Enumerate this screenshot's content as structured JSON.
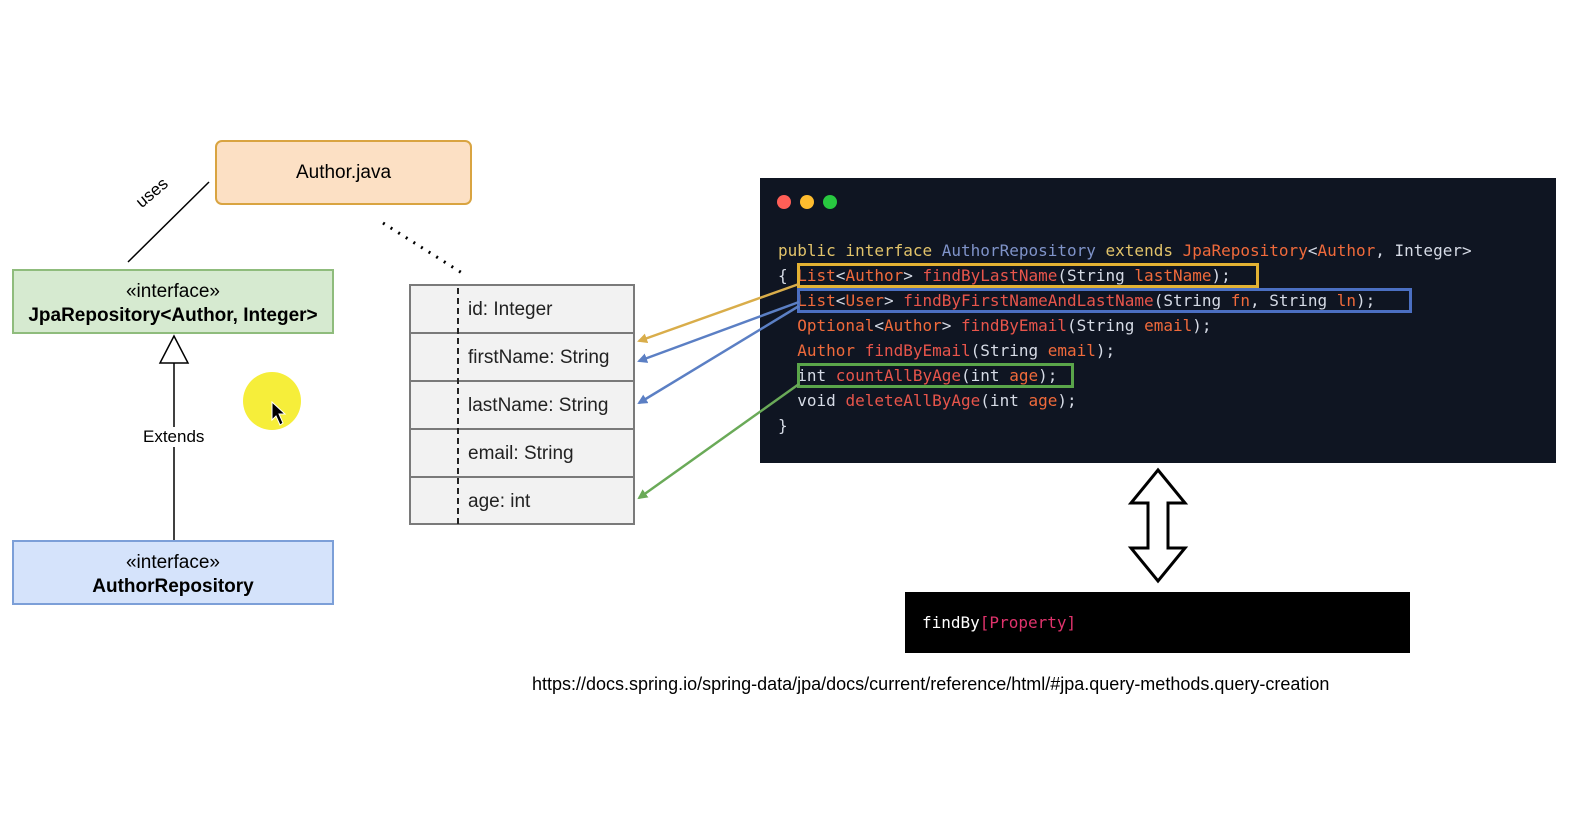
{
  "diagram": {
    "author_class": "Author.java",
    "jpa_repository": {
      "stereotype": "«interface»",
      "name": "JpaRepository<Author, Integer>"
    },
    "author_repository": {
      "stereotype": "«interface»",
      "name": "AuthorRepository"
    },
    "uses_label": "uses",
    "extends_label": "Extends",
    "fields": [
      "id: Integer",
      "firstName: String",
      "lastName: String",
      "email: String",
      "age: int"
    ]
  },
  "code": {
    "lines": [
      [
        [
          "kw",
          "public interface "
        ],
        [
          "cls",
          "AuthorRepository "
        ],
        [
          "kw",
          "extends "
        ],
        [
          "or",
          "JpaRepository"
        ],
        [
          "txt",
          "<"
        ],
        [
          "or",
          "Author"
        ],
        [
          "txt",
          ", Integer>"
        ]
      ],
      [
        [
          "txt",
          "{ "
        ],
        [
          "or",
          "List"
        ],
        [
          "txt",
          "<"
        ],
        [
          "or",
          "Author"
        ],
        [
          "txt",
          "> "
        ],
        [
          "mth",
          "findByLastName"
        ],
        [
          "txt",
          "(String "
        ],
        [
          "or",
          "lastName"
        ],
        [
          "txt",
          ");"
        ]
      ],
      [
        [
          "txt",
          "  "
        ],
        [
          "or",
          "List"
        ],
        [
          "txt",
          "<"
        ],
        [
          "or",
          "User"
        ],
        [
          "txt",
          "> "
        ],
        [
          "mth",
          "findByFirstNameAndLastName"
        ],
        [
          "txt",
          "(String "
        ],
        [
          "or",
          "fn"
        ],
        [
          "txt",
          ", String "
        ],
        [
          "or",
          "ln"
        ],
        [
          "txt",
          ");"
        ]
      ],
      [
        [
          "txt",
          "  "
        ],
        [
          "or",
          "Optional"
        ],
        [
          "txt",
          "<"
        ],
        [
          "or",
          "Author"
        ],
        [
          "txt",
          "> "
        ],
        [
          "mth",
          "findByEmail"
        ],
        [
          "txt",
          "(String "
        ],
        [
          "or",
          "email"
        ],
        [
          "txt",
          ");"
        ]
      ],
      [
        [
          "txt",
          "  "
        ],
        [
          "or",
          "Author "
        ],
        [
          "mth",
          "findByEmail"
        ],
        [
          "txt",
          "(String "
        ],
        [
          "or",
          "email"
        ],
        [
          "txt",
          ");"
        ]
      ],
      [
        [
          "txt",
          "  int "
        ],
        [
          "mth",
          "countAllByAge"
        ],
        [
          "txt",
          "(int "
        ],
        [
          "or",
          "age"
        ],
        [
          "txt",
          ");"
        ]
      ],
      [
        [
          "txt",
          "  void "
        ],
        [
          "mth",
          "deleteAllByAge"
        ],
        [
          "txt",
          "(int "
        ],
        [
          "or",
          "age"
        ],
        [
          "txt",
          ");"
        ]
      ],
      [
        [
          "txt",
          "}"
        ]
      ]
    ]
  },
  "query_pattern": {
    "prefix": "findBy",
    "placeholder": "[Property]"
  },
  "reference_url": "https://docs.spring.io/spring-data/jpa/docs/current/reference/html/#jpa.query-methods.query-creation",
  "colors": {
    "code_bg": "#0f1522",
    "highlight_yellow": "#e3b233",
    "highlight_blue": "#4b6fc2",
    "highlight_green": "#5aa54a"
  }
}
